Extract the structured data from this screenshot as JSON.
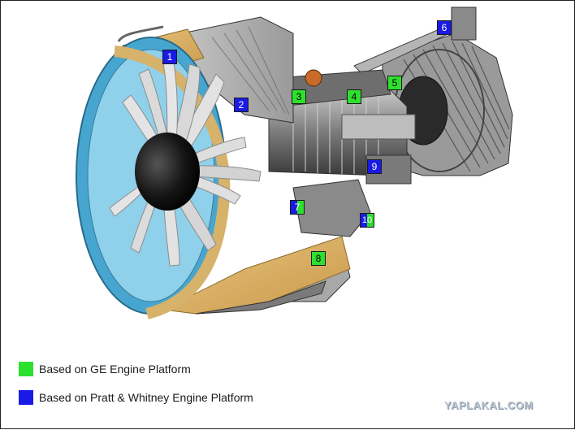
{
  "markers": [
    {
      "label": "1",
      "platform": "pw"
    },
    {
      "label": "2",
      "platform": "pw"
    },
    {
      "label": "3",
      "platform": "ge"
    },
    {
      "label": "4",
      "platform": "ge"
    },
    {
      "label": "5",
      "platform": "ge"
    },
    {
      "label": "6",
      "platform": "pw"
    },
    {
      "label": "7",
      "platform": "split"
    },
    {
      "label": "8",
      "platform": "ge"
    },
    {
      "label": "9",
      "platform": "pw"
    },
    {
      "label": "10",
      "platform": "split"
    }
  ],
  "legend": {
    "ge_label": "Based on GE Engine Platform",
    "pw_label": "Based on Pratt & Whitney Engine Platform",
    "ge_color": "#2ee02e",
    "pw_color": "#1a1ae6"
  },
  "watermark": "YAPLAKAL.COM"
}
